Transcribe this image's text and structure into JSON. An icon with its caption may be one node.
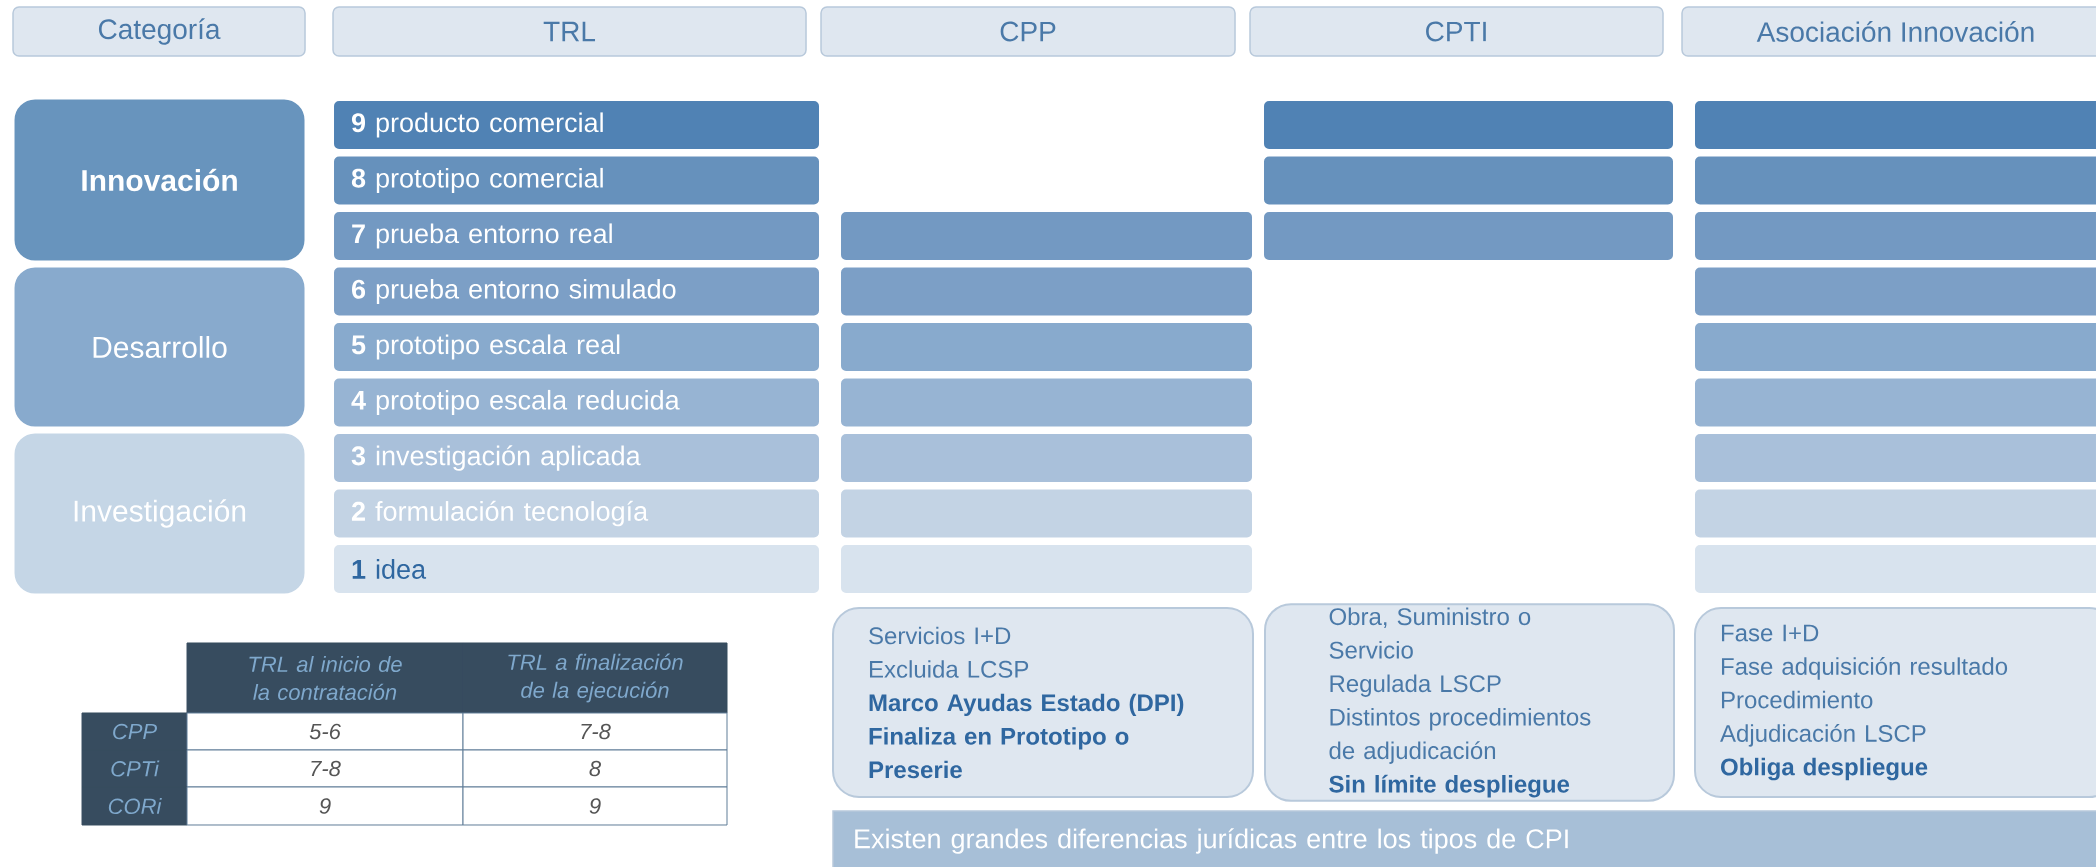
{
  "diagram": {
    "nodes": [
      {
        "text": [
          "Categoría"
        ]
      },
      {
        "text": [
          "TRL"
        ]
      },
      {
        "text": [
          "CPP"
        ]
      },
      {
        "text": [
          "CPTI"
        ]
      },
      {
        "text": [
          "Asociación Innovación"
        ]
      },
      {
        "text": [
          "Innovación"
        ]
      },
      {
        "text": [
          "Desarrollo"
        ]
      },
      {
        "text": [
          "Investigación"
        ]
      },
      {
        "text": [
          "**9** producto comercial"
        ]
      },
      {
        "text": [
          "**8** prototipo comercial"
        ]
      },
      {
        "text": [
          "**7** prueba entorno real"
        ]
      },
      {
        "text": [
          "**6** prueba entorno simulado"
        ]
      },
      {
        "text": [
          "**5** prototipo escala real"
        ]
      },
      {
        "text": [
          "**4** prototipo escala reducida"
        ]
      },
      {
        "text": [
          "**3** investigación aplicada"
        ]
      },
      {
        "text": [
          "**2** formulación tecnología"
        ]
      },
      {
        "text": [
          "**1** idea"
        ]
      },
      {
        "text": [],
        "shape": "bar"
      },
      {
        "text": [],
        "shape": "bar"
      },
      {
        "text": [],
        "shape": "bar"
      },
      {
        "text": [],
        "shape": "bar"
      },
      {
        "text": [],
        "shape": "bar"
      },
      {
        "text": [],
        "shape": "bar"
      },
      {
        "text": [],
        "shape": "bar"
      },
      {
        "text": [],
        "shape": "bar"
      },
      {
        "text": [],
        "shape": "bar"
      },
      {
        "text": [],
        "shape": "bar"
      },
      {
        "text": [],
        "shape": "bar"
      },
      {
        "text": [],
        "shape": "bar"
      },
      {
        "text": [],
        "shape": "bar"
      },
      {
        "text": [],
        "shape": "bar"
      },
      {
        "text": [],
        "shape": "bar"
      },
      {
        "text": [],
        "shape": "bar"
      },
      {
        "text": [],
        "shape": "bar"
      },
      {
        "text": [],
        "shape": "bar"
      },
      {
        "text": [],
        "shape": "bar"
      },
      {
        "text": [
          "Servicios I+D",
          "Excluida LCSP",
          "**Marco Ayudas Estado (DPI)**",
          "**Finaliza en Prototipo o Preserie**"
        ]
      },
      {
        "text": [
          "Obra, Suministro o Servicio",
          "Regulada LSCP",
          "Distintos procedimientos de adjudicación",
          "**Sin límite despliegue**"
        ]
      },
      {
        "text": [
          "Fase I+D",
          "Fase adquisición resultado",
          "Procedimiento",
          "Adjudicación LSCP",
          "**Obliga despliegue**"
        ]
      },
      {
        "text": [
          "Existen grandes diferencias jurídicas entre los tipos de CPI"
        ]
      }
    ],
    "labels": [
      "TRL al inicio de la contratación",
      "TRL a finalización de la ejecución",
      "CPP",
      "5-6",
      "7-8",
      "CPTi",
      "7-8",
      "8",
      "CORi",
      "9",
      "9"
    ]
  }
}
